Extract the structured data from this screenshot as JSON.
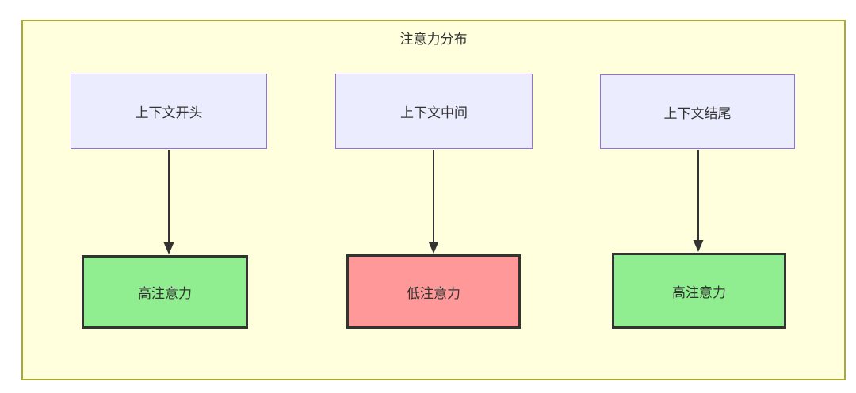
{
  "diagram": {
    "title": "注意力分布",
    "columns": [
      {
        "source": "上下文开头",
        "target": "高注意力",
        "target_type": "high"
      },
      {
        "source": "上下文中间",
        "target": "低注意力",
        "target_type": "low"
      },
      {
        "source": "上下文结尾",
        "target": "高注意力",
        "target_type": "high"
      }
    ],
    "colors": {
      "cluster_fill": "#ffffde",
      "cluster_stroke": "#aaaa33",
      "node_fill": "#ECECFF",
      "node_stroke": "#9370DB",
      "high_fill": "#90EE90",
      "low_fill": "#FF9999",
      "styled_stroke": "#333333",
      "arrow": "#333333",
      "text": "#333333"
    }
  }
}
